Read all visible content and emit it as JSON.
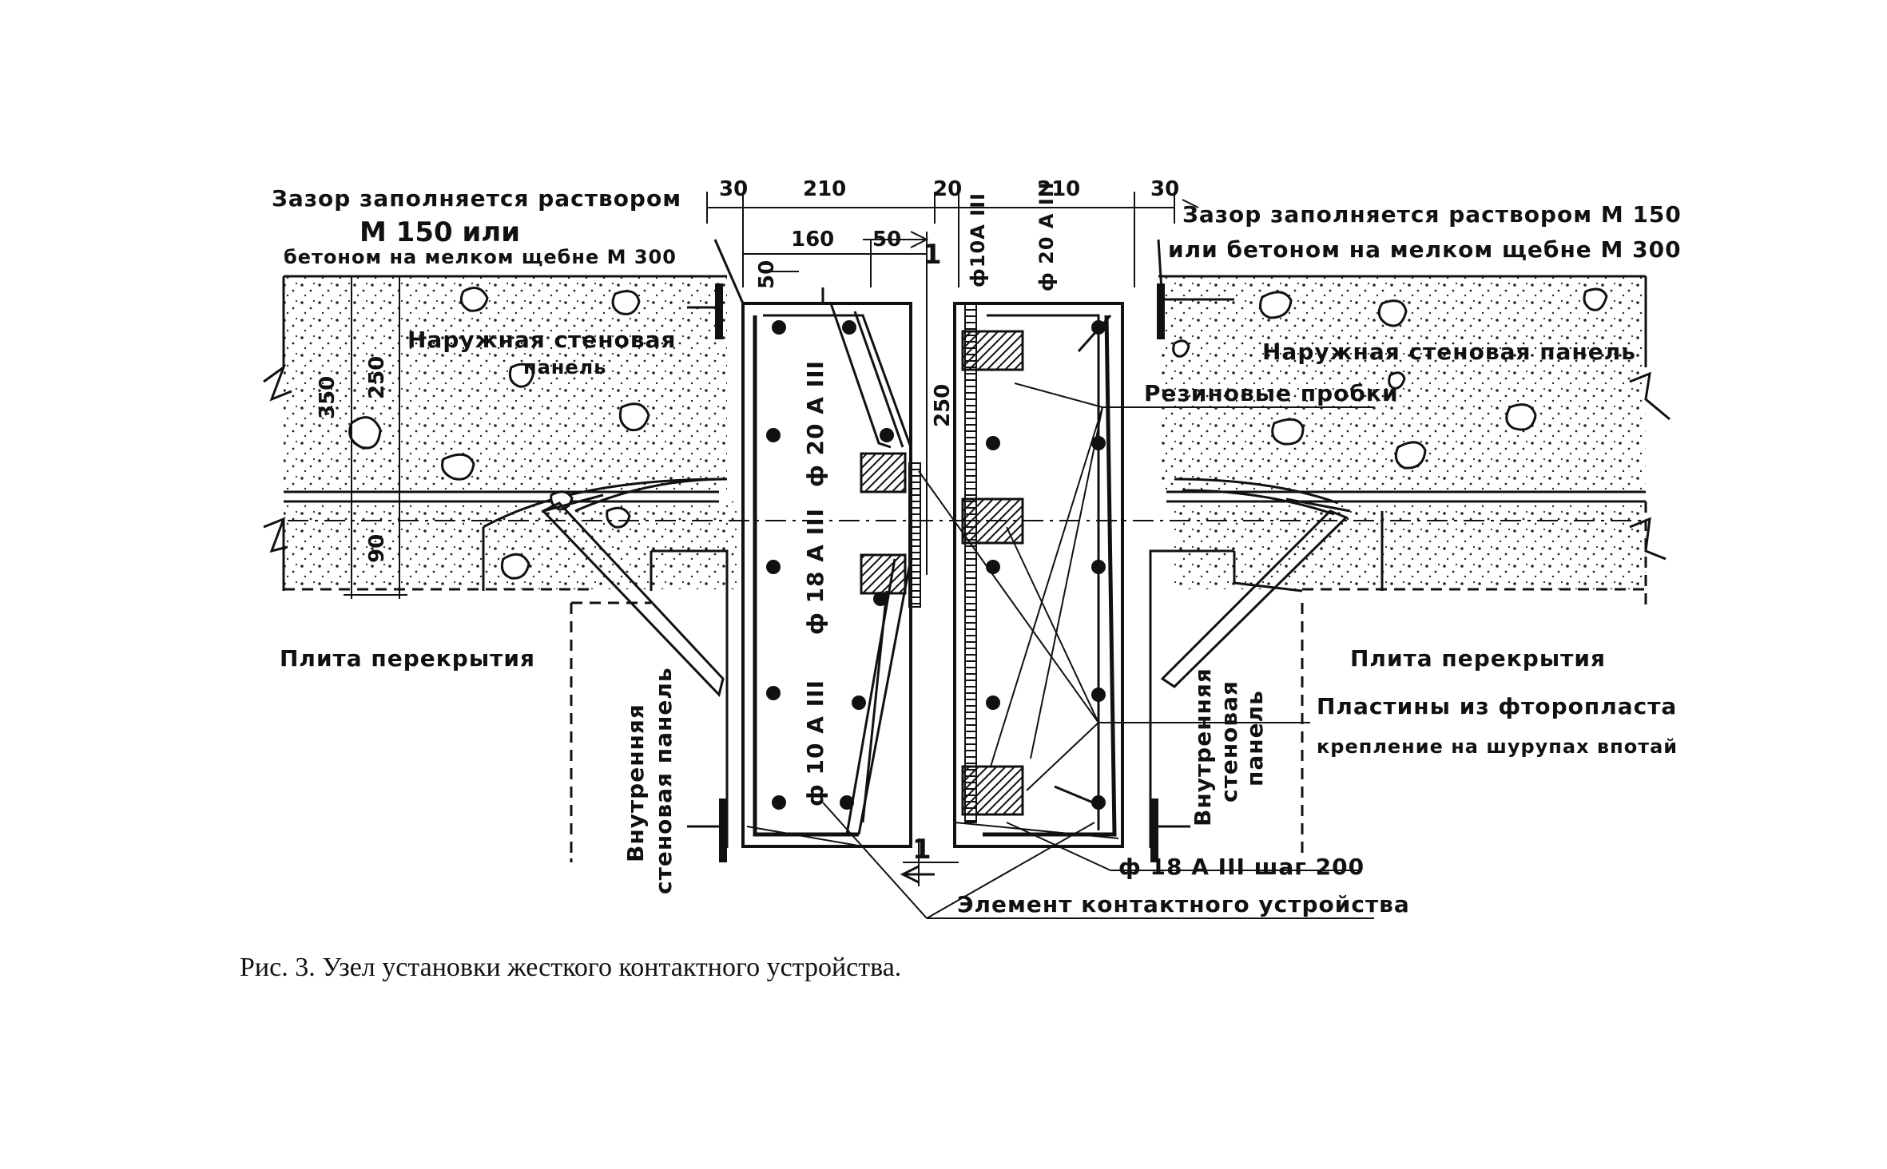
{
  "labels": {
    "gap_fill_left_1": "Зазор заполняется раствором",
    "gap_fill_left_2": "М 150 или",
    "gap_fill_left_3": "бетоном на мелком щебне М 300",
    "gap_fill_right_1": "Зазор заполняется раствором М 150",
    "gap_fill_right_2": "или бетоном на мелком щебне М 300",
    "outer_panel_left_1": "Наружная стеновая",
    "outer_panel_left_2": "панель",
    "outer_panel_right": "Наружная стеновая панель",
    "rubber_plugs": "Резиновые пробки",
    "slab_left": "Плита перекрытия",
    "slab_right": "Плита перекрытия",
    "ptfe_plates": "Пластины из фторопласта",
    "screw_fixing": "крепление на шурупах впотай",
    "inner_panel_left_1": "Внутренняя",
    "inner_panel_left_2": "стеновая панель",
    "inner_panel_right_1": "Внутренняя",
    "inner_panel_right_2": "стеновая",
    "inner_panel_right_3": "панель",
    "rebar_step": "ф 18 А III шаг 200",
    "contact_element": "Элемент контактного устройства",
    "bar_20_left": "ф 20 А III",
    "bar_18_left": "ф 18 А III",
    "bar_10_left": "ф 10 А III",
    "bar_10_right": "ф10А III",
    "bar_20_right": "ф 20 А III",
    "section_mark_top": "1",
    "section_mark_bottom": "1"
  },
  "dimensions": {
    "top_30_left": "30",
    "top_210_left": "210",
    "top_20": "20",
    "top_210_right": "210",
    "top_30_right": "30",
    "d160": "160",
    "d50_h": "50",
    "d50_v": "50",
    "d250_center": "250",
    "d350": "350",
    "d250_left": "250",
    "d90": "90"
  },
  "caption": "Рис. 3. Узел установки жесткого контактного устройства."
}
